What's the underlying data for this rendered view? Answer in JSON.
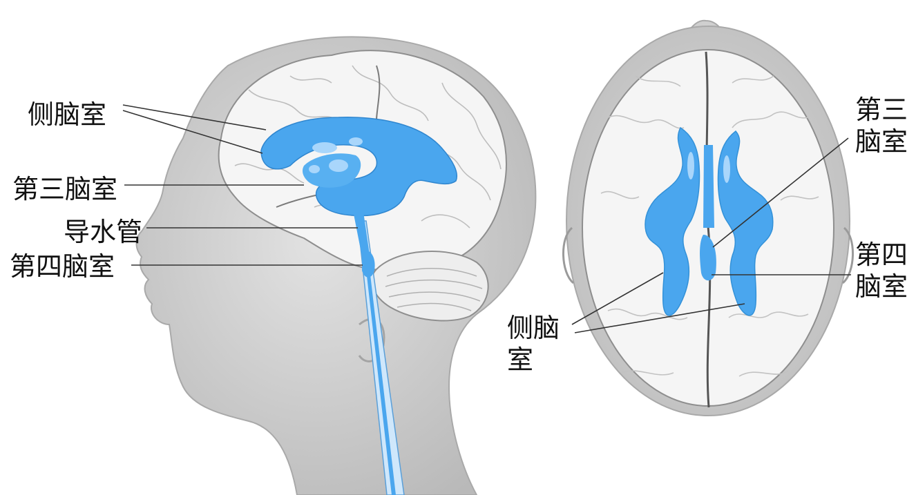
{
  "side_view": {
    "labels": {
      "lateral_ventricle": "侧脑室",
      "third_ventricle": "第三脑室",
      "aqueduct": "导水管",
      "fourth_ventricle": "第四脑室"
    }
  },
  "top_view": {
    "labels": {
      "third_ventricle_line1": "第三",
      "third_ventricle_line2": "脑室",
      "fourth_ventricle_line1": "第四",
      "fourth_ventricle_line2": "脑室",
      "lateral_ventricle_line1": "侧脑",
      "lateral_ventricle_line2": "室"
    }
  },
  "colors": {
    "ventricle_blue": "#4aa6ee",
    "ventricle_highlight": "#a9d6fb",
    "skin_grey": "#c9c9c9",
    "brain_white": "#f6f6f6",
    "leader_line": "#333333"
  }
}
